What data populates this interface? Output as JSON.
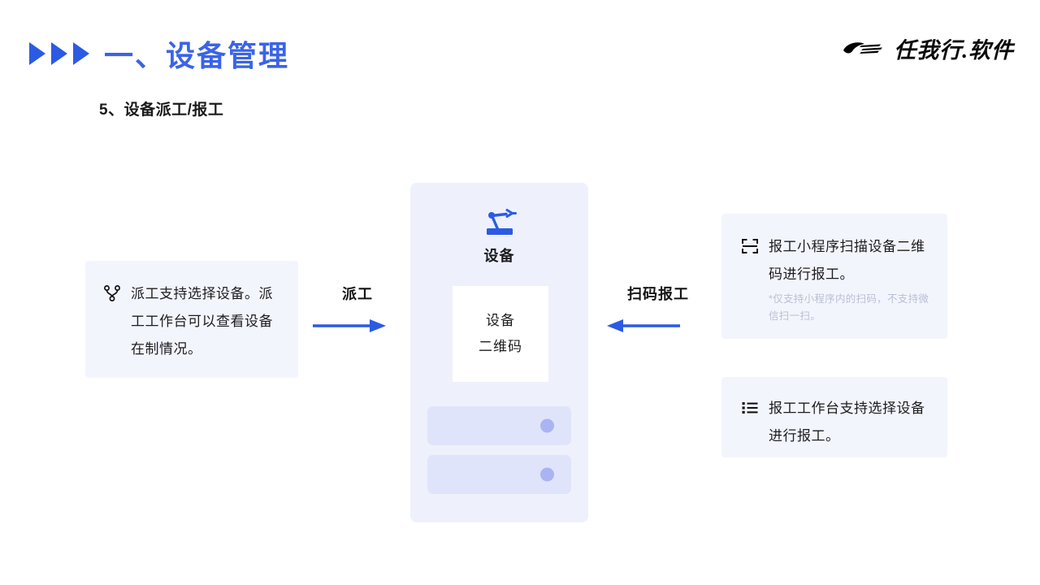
{
  "header": {
    "title": "一、设备管理",
    "triangle_count": 3,
    "subtitle": "5、设备派工/报工",
    "accent_color": "#3b63e8",
    "logo": {
      "text": "任我行.软件",
      "mark": "speed-swoosh-icon"
    }
  },
  "cards": {
    "dispatch": {
      "icon": "branch-icon",
      "text": "派工支持选择设备。派工工作台可以查看设备在制情况。",
      "bg": "#f3f5fd"
    },
    "scan_report": {
      "icon": "scan-frame-icon",
      "text": "报工小程序扫描设备二维码进行报工。",
      "note": "*仅支持小程序内的扫码，不支持微信扫一扫。",
      "bg": "#f3f5fd"
    },
    "workbench_report": {
      "icon": "list-icon",
      "text": "报工工作台支持选择设备进行报工。",
      "bg": "#f3f5fd"
    }
  },
  "device_panel": {
    "icon": "robot-arm-icon",
    "label": "设备",
    "qr_lines": [
      "设备",
      "二维码"
    ],
    "placeholder_rows": 2,
    "bg": "#eef1fc",
    "qr_bg": "#ffffff",
    "row_bg": "#dfe4fa",
    "dot_color": "#aab4f2"
  },
  "arrows": {
    "dispatch": {
      "label": "派工",
      "direction": "right",
      "color": "#2b5be3"
    },
    "scan_report": {
      "label": "扫码报工",
      "direction": "left",
      "color": "#2b5be3"
    }
  }
}
